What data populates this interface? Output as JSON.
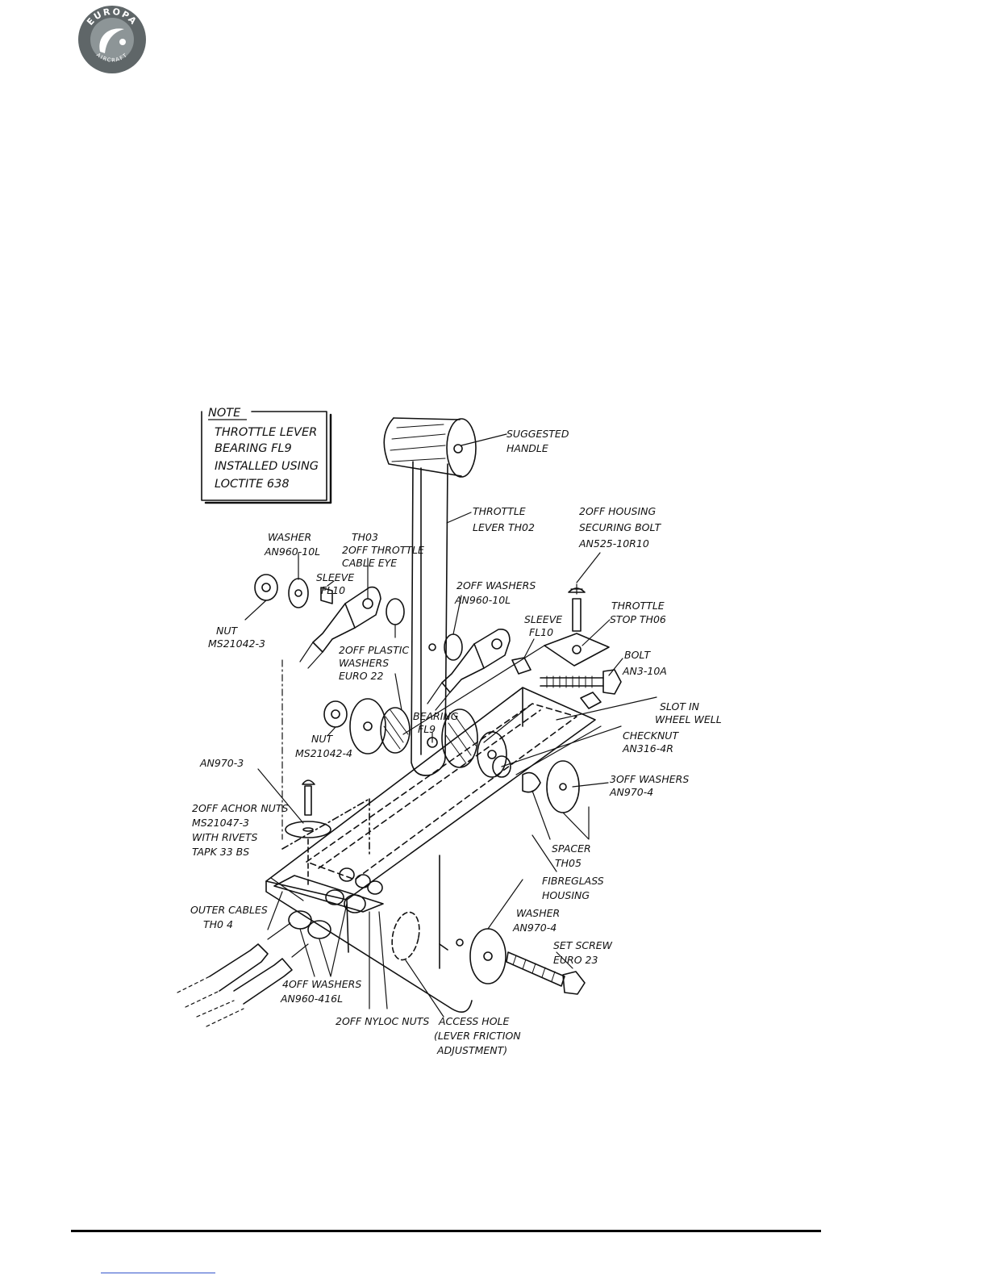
{
  "logo": {
    "top_text": "EUROPA",
    "bottom_text": "AIRCRAFT"
  },
  "colors": {
    "ink": "#111111",
    "logo_ring": "#5f6668",
    "logo_disc": "#8d9597",
    "link": "#3355cc"
  },
  "note": {
    "heading": "NOTE",
    "lines": [
      "THROTTLE LEVER",
      "BEARING FL9",
      "INSTALLED USING",
      "LOCTITE 638"
    ]
  },
  "labels": {
    "suggested_handle": [
      "SUGGESTED",
      "HANDLE"
    ],
    "throttle_lever": [
      "THROTTLE",
      "LEVER TH02"
    ],
    "housing_bolt": [
      "2OFF HOUSING",
      "SECURING BOLT",
      "AN525-10R10"
    ],
    "washer_top": [
      "WASHER",
      "AN960-10L"
    ],
    "cable_eye": [
      "TH03",
      "2OFF THROTTLE",
      "CABLE EYE"
    ],
    "sleeve_left": [
      "SLEEVE",
      "FL10"
    ],
    "nut_left": [
      "NUT",
      "MS21042-3"
    ],
    "washers_mid": [
      "2OFF WASHERS",
      "AN960-10L"
    ],
    "throttle_stop": [
      "THROTTLE",
      "STOP TH06"
    ],
    "sleeve_right": [
      "SLEEVE",
      "FL10"
    ],
    "bolt": [
      "BOLT",
      "AN3-10A"
    ],
    "plastic_washers": [
      "2OFF PLASTIC",
      "WASHERS",
      "EURO 22"
    ],
    "slot": [
      "SLOT IN",
      "WHEEL WELL"
    ],
    "nut_mid": [
      "NUT",
      "MS21042-4"
    ],
    "bearing": [
      "BEARING",
      "FL9"
    ],
    "checknut": [
      "CHECKNUT",
      "AN316-4R"
    ],
    "an970_3": [
      "AN970-3"
    ],
    "washers_3off": [
      "3OFF WASHERS",
      "AN970-4"
    ],
    "anchor_nuts": [
      "2OFF ACHOR NUTS",
      "MS21047-3",
      "WITH RIVETS",
      "TAPK 33 BS"
    ],
    "spacer": [
      "SPACER",
      "TH05"
    ],
    "housing": [
      "FIBREGLASS",
      "HOUSING"
    ],
    "outer_cables": [
      "OUTER CABLES",
      "TH0 4"
    ],
    "washer_bottom": [
      "WASHER",
      "AN970-4"
    ],
    "set_screw": [
      "SET SCREW",
      "EURO 23"
    ],
    "washers_4off": [
      "4OFF WASHERS",
      "AN960-416L"
    ],
    "nyloc": [
      "2OFF NYLOC NUTS"
    ],
    "access_hole": [
      "ACCESS HOLE",
      "(LEVER FRICTION",
      "ADJUSTMENT)"
    ]
  }
}
